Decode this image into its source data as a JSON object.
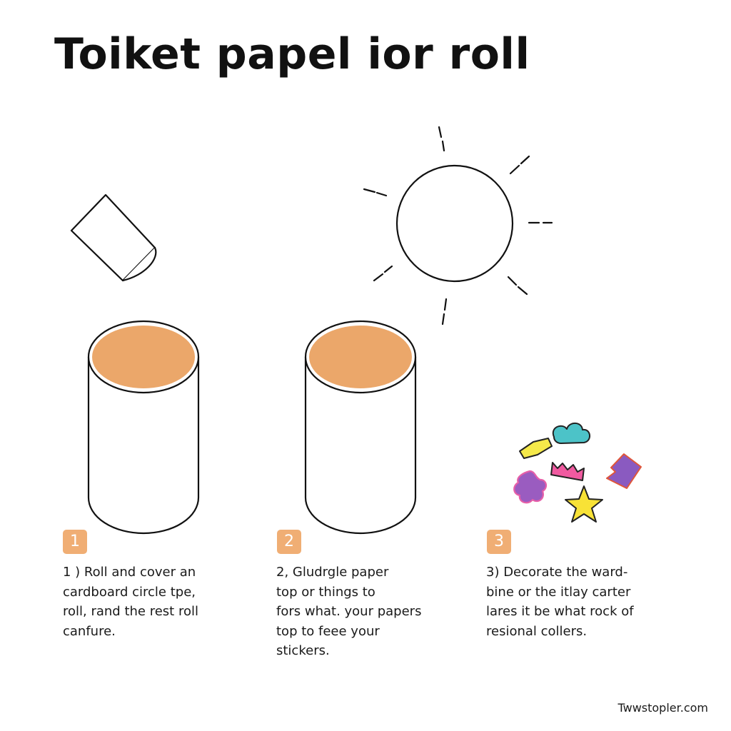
{
  "title": "Toiket papel ior roll",
  "accent_color": "#F0AE74",
  "roll_inner_color": "#EBA76A",
  "icons": [
    "tube-segment-icon",
    "sun-icon",
    "toilet-roll-icon",
    "stickers-icon"
  ],
  "stickers": [
    {
      "name": "cloud-sticker",
      "color": "#4CC3C8"
    },
    {
      "name": "tag-sticker",
      "color": "#F5E94A"
    },
    {
      "name": "crown-sticker",
      "color": "#F05AA0"
    },
    {
      "name": "ticket-sticker",
      "color": "#8A5AC0"
    },
    {
      "name": "flower-sticker",
      "color": "#9A5CC0"
    },
    {
      "name": "star-sticker",
      "color": "#F8E236"
    }
  ],
  "steps": [
    {
      "number": "1",
      "lines": [
        "1 ) Roll and cover an",
        "cardboard circle tpe,",
        "roll, rand the rest roll",
        "canfure."
      ]
    },
    {
      "number": "2",
      "lines": [
        "2, Gludrgle paper",
        "top or things to",
        "fors what. your papers",
        "top to feee your",
        "stickers."
      ]
    },
    {
      "number": "3",
      "lines": [
        "3) Decorate the ward-",
        "bine or the itlay carter",
        "lares it be what rock of",
        "resional collers."
      ]
    }
  ],
  "footer": "Twwstopler.com"
}
